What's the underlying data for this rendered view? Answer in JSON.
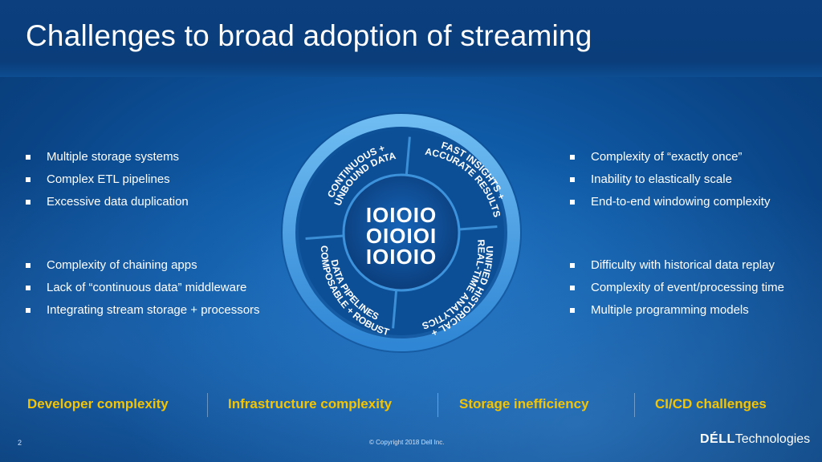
{
  "title": "Challenges to broad adoption of streaming",
  "lists": {
    "top_left": [
      "Multiple storage systems",
      "Complex ETL pipelines",
      "Excessive data duplication"
    ],
    "bottom_left": [
      "Complexity of chaining apps",
      "Lack of “continuous data” middleware",
      "Integrating stream storage + processors"
    ],
    "top_right": [
      "Complexity of “exactly once”",
      "Inability to elastically scale",
      "End-to-end windowing complexity"
    ],
    "bottom_right": [
      "Difficulty with historical data replay",
      "Complexity of event/processing time",
      "Multiple programming models"
    ]
  },
  "wheel": {
    "segments": {
      "top_left": [
        "CONTINUOUS +",
        "UNBOUND DATA"
      ],
      "top_right": [
        "FAST INSIGHTS +",
        "ACCURATE RESULTS"
      ],
      "bottom_right": [
        "UNIFIED HISTORICAL +",
        "REAL-TIME ANALYTICS"
      ],
      "bottom_left": [
        "COMPOSABLE + ROBUST",
        "DATA PIPELINES"
      ]
    },
    "binary": [
      "IOIOIO",
      "OIOIOI",
      "IOIOIO"
    ]
  },
  "bottom_labels": [
    "Developer complexity",
    "Infrastructure complexity",
    "Storage inefficiency",
    "CI/CD challenges"
  ],
  "footer": {
    "page": "2",
    "copyright": "© Copyright 2018 Dell Inc.",
    "logo_brand": "DÉLL",
    "logo_rest": "Technologies"
  },
  "colors": {
    "accent_yellow": "#f5c400",
    "title_bar": "#0a3d7a",
    "wheel_ring": "#4aa2e6"
  }
}
